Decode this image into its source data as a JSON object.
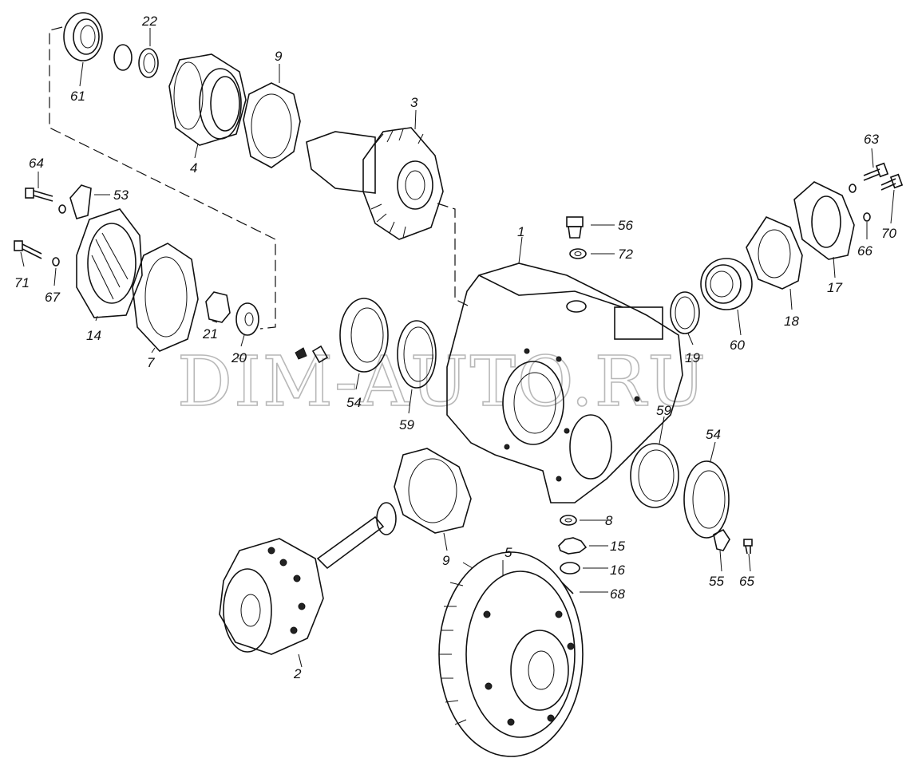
{
  "watermark": "DIM-AUTO.RU",
  "callouts": {
    "c1": "1",
    "c2": "2",
    "c3": "3",
    "c4": "4",
    "c5": "5",
    "c7": "7",
    "c8": "8",
    "c9a": "9",
    "c9b": "9",
    "c14": "14",
    "c15": "15",
    "c16": "16",
    "c17": "17",
    "c18": "18",
    "c19": "19",
    "c20": "20",
    "c21": "21",
    "c22": "22",
    "c53": "53",
    "c54a": "54",
    "c54b": "54",
    "c55": "55",
    "c56": "56",
    "c59a": "59",
    "c59b": "59",
    "c60": "60",
    "c61": "61",
    "c63": "63",
    "c64": "64",
    "c65": "65",
    "c66": "66",
    "c67": "67",
    "c68": "68",
    "c70": "70",
    "c71": "71",
    "c72": "72"
  }
}
